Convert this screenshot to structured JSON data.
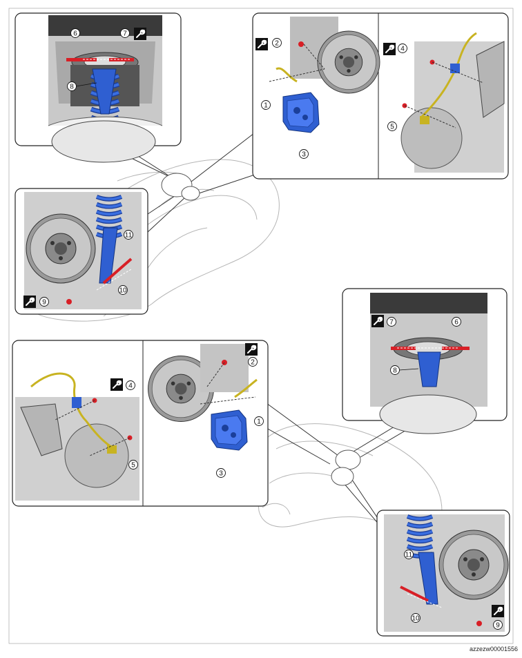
{
  "figure_id": "azzezw00001556",
  "callouts": {
    "upper_strut_left": [
      "6",
      "7",
      "8"
    ],
    "upper_caliper_left": [
      "1",
      "2",
      "3"
    ],
    "upper_hose_left": [
      "4",
      "5"
    ],
    "lower_knuckle_left": [
      "9",
      "10",
      "11"
    ],
    "upper_strut_right": [
      "7",
      "6",
      "8"
    ],
    "hose_right": [
      "4",
      "5"
    ],
    "caliper_right": [
      "1",
      "2",
      "3"
    ],
    "lower_knuckle_right": [
      "9",
      "10",
      "11"
    ]
  },
  "colors": {
    "part_blue": "#2f5fd1",
    "bolt_red": "#d81f26",
    "wire_yellow": "#c8b321",
    "metal_light": "#d9d9d9",
    "metal_dark": "#4a4a4a",
    "outline": "#222222"
  },
  "icons": [
    "torque-wrench-icon"
  ]
}
